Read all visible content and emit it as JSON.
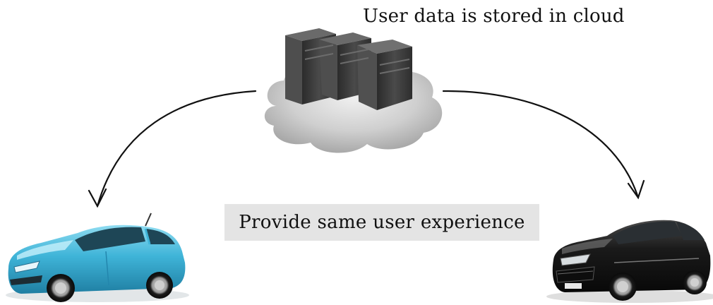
{
  "diagram": {
    "cloud_caption": "User data is stored in cloud",
    "experience_label": "Provide same user experience"
  },
  "colors": {
    "background": "#ffffff",
    "label_box": "#e4e4e4",
    "arrow": "#111111",
    "server_body": "#3c3c3c",
    "cloud": "#bdbdbd",
    "compact_car": "#3fb4d8",
    "sedan": "#141414"
  },
  "icons": [
    "server-cluster-icon",
    "cloud-icon",
    "compact-car-image",
    "sedan-car-image",
    "curved-arrow"
  ]
}
